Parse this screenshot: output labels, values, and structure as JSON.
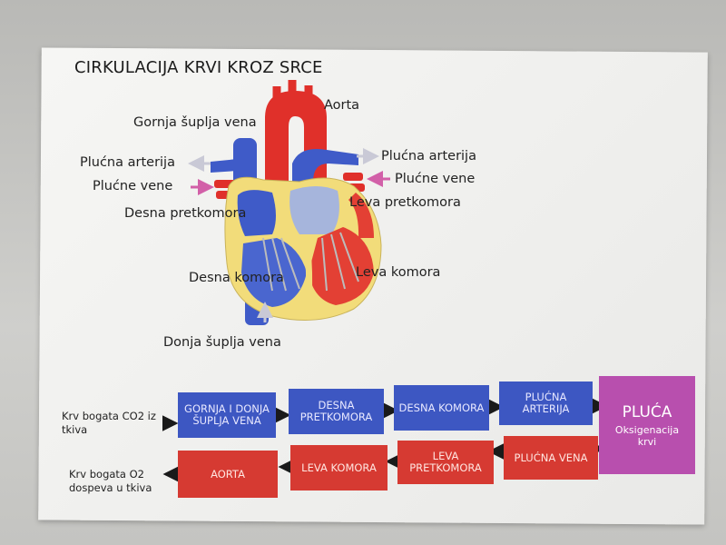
{
  "title": "CIRKULACIJA KRVI KROZ SRCE",
  "heart_labels": {
    "gornja_vena": "Gornja šuplja vena",
    "aorta": "Aorta",
    "plucna_arterija_left": "Plućna arterija",
    "plucna_arterija_right": "Plućna arterija",
    "plucne_vene_left": "Plućne vene",
    "plucne_vene_right": "Plućne vene",
    "desna_pretkomora": "Desna pretkomora",
    "leva_pretkomora": "Leva pretkomora",
    "desna_komora": "Desna komora",
    "leva_komora": "Leva komora",
    "donja_vena": "Donja šuplja vena"
  },
  "flow": {
    "start_note": "Krv bogata CO2 iz tkiva",
    "end_note": "Krv bogata O2 dospeva u tkiva",
    "top_row": [
      "GORNJA I DONJA ŠUPLJA VENA",
      "DESNA PRETKOMORA",
      "DESNA KOMORA",
      "PLUĆNA ARTERIJA"
    ],
    "bottom_row": [
      "PLUĆNA VENA",
      "LEVA PRETKOMORA",
      "LEVA KOMORA",
      "AORTA"
    ],
    "lungs_title": "PLUĆA",
    "lungs_sub": "Oksigenacija krvi"
  },
  "colors": {
    "oxygen_poor": "#3d57c2",
    "oxygen_rich": "#d63a32",
    "lungs": "#b84fae",
    "heart_wall": "#f2dc7a"
  }
}
